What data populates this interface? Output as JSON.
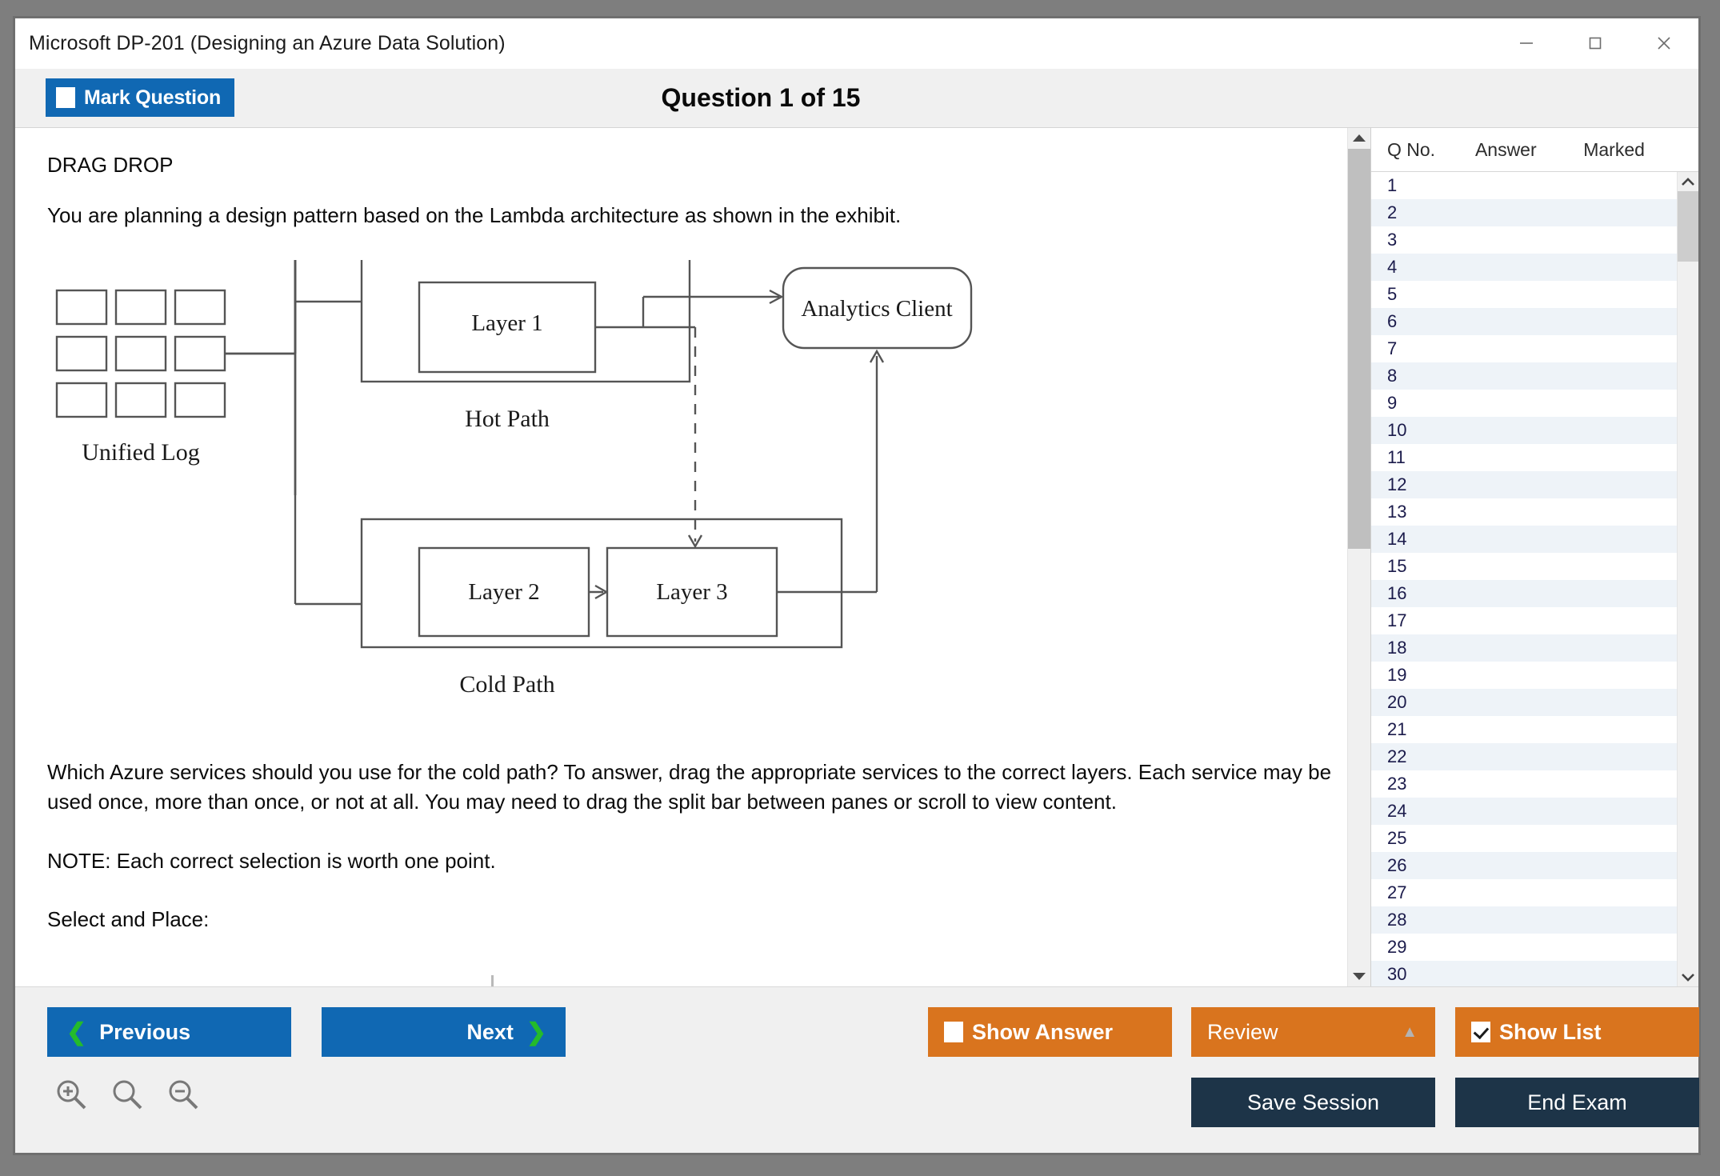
{
  "window": {
    "title": "Microsoft DP-201 (Designing an Azure Data Solution)",
    "controls": {
      "minimize": "minimize-icon",
      "maximize": "maximize-icon",
      "close": "close-icon"
    }
  },
  "header": {
    "mark_question_label": "Mark Question",
    "mark_question_checked": false,
    "question_counter": "Question 1 of 15",
    "accent_blue": "#1068b3"
  },
  "question": {
    "type_label": "DRAG DROP",
    "intro": "You are planning a design pattern based on the Lambda architecture as shown in the exhibit.",
    "body": "Which Azure services should you use for the cold path? To answer, drag the appropriate services to the correct layers. Each service may be used once, more than once, or not at all. You may need to drag the split bar between panes or scroll to view content.",
    "note": "NOTE: Each correct selection is worth one point.",
    "select_and_place": "Select and Place:"
  },
  "exhibit": {
    "unified_log_label": "Unified Log",
    "hot_path_label": "Hot Path",
    "cold_path_label": "Cold Path",
    "layer1_label": "Layer 1",
    "layer2_label": "Layer 2",
    "layer3_label": "Layer 3",
    "analytics_client_label": "Analytics Client"
  },
  "question_list": {
    "columns": [
      "Q No.",
      "Answer",
      "Marked"
    ],
    "rows": [
      {
        "qno": "1",
        "answer": "",
        "marked": ""
      },
      {
        "qno": "2",
        "answer": "",
        "marked": ""
      },
      {
        "qno": "3",
        "answer": "",
        "marked": ""
      },
      {
        "qno": "4",
        "answer": "",
        "marked": ""
      },
      {
        "qno": "5",
        "answer": "",
        "marked": ""
      },
      {
        "qno": "6",
        "answer": "",
        "marked": ""
      },
      {
        "qno": "7",
        "answer": "",
        "marked": ""
      },
      {
        "qno": "8",
        "answer": "",
        "marked": ""
      },
      {
        "qno": "9",
        "answer": "",
        "marked": ""
      },
      {
        "qno": "10",
        "answer": "",
        "marked": ""
      },
      {
        "qno": "11",
        "answer": "",
        "marked": ""
      },
      {
        "qno": "12",
        "answer": "",
        "marked": ""
      },
      {
        "qno": "13",
        "answer": "",
        "marked": ""
      },
      {
        "qno": "14",
        "answer": "",
        "marked": ""
      },
      {
        "qno": "15",
        "answer": "",
        "marked": ""
      },
      {
        "qno": "16",
        "answer": "",
        "marked": ""
      },
      {
        "qno": "17",
        "answer": "",
        "marked": ""
      },
      {
        "qno": "18",
        "answer": "",
        "marked": ""
      },
      {
        "qno": "19",
        "answer": "",
        "marked": ""
      },
      {
        "qno": "20",
        "answer": "",
        "marked": ""
      },
      {
        "qno": "21",
        "answer": "",
        "marked": ""
      },
      {
        "qno": "22",
        "answer": "",
        "marked": ""
      },
      {
        "qno": "23",
        "answer": "",
        "marked": ""
      },
      {
        "qno": "24",
        "answer": "",
        "marked": ""
      },
      {
        "qno": "25",
        "answer": "",
        "marked": ""
      },
      {
        "qno": "26",
        "answer": "",
        "marked": ""
      },
      {
        "qno": "27",
        "answer": "",
        "marked": ""
      },
      {
        "qno": "28",
        "answer": "",
        "marked": ""
      },
      {
        "qno": "29",
        "answer": "",
        "marked": ""
      },
      {
        "qno": "30",
        "answer": "",
        "marked": ""
      }
    ]
  },
  "footer": {
    "previous_label": "Previous",
    "next_label": "Next",
    "show_answer_label": "Show Answer",
    "show_answer_checked": false,
    "review_label": "Review",
    "show_list_label": "Show List",
    "show_list_checked": true,
    "save_session_label": "Save Session",
    "end_exam_label": "End Exam",
    "zoom_in_icon": "zoom-in-icon",
    "zoom_reset_icon": "zoom-reset-icon",
    "zoom_out_icon": "zoom-out-icon",
    "orange": "#d9741e",
    "navy": "#1d3448",
    "blue": "#1068b3",
    "chevron_green": "#24bb2b"
  }
}
